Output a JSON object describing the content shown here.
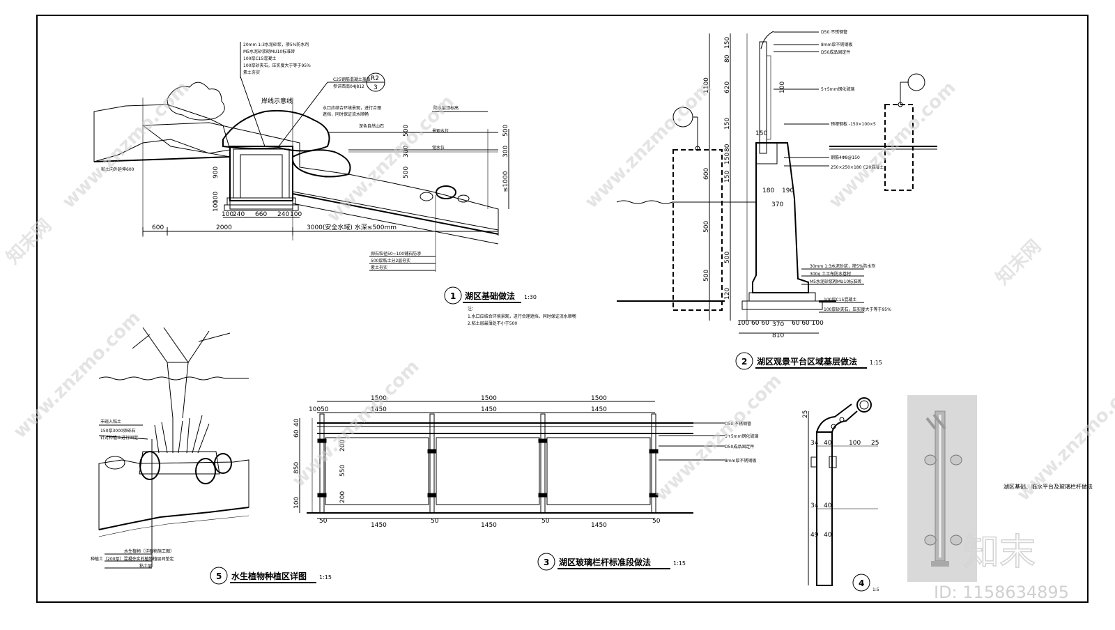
{
  "drawings": {
    "d1": {
      "num": "1",
      "title": "湖区基础做法",
      "scale": "1:30",
      "notes": [
        "注：",
        "1.水口应结合环境景观，进行合理遮挡，同时保证流水顺畅",
        "2.粘土层最薄处不小于500"
      ],
      "callouts": [
        "20mm 1:3水泥砂浆，掺5%防水剂",
        "M5水泥砂浆砌MU10标准砖",
        "100厚C15混凝土",
        "100厚砂夹石，压实度大于等于95%",
        "素土夯实",
        "C25钢筋混凝土盖板",
        "参详西南04J812",
        "水口应结合环境景观，进行合理",
        "遮挡，同时保证流水顺畅",
        "防水层顶标高",
        "景观水位",
        "深色自然山石",
        "常水位",
        "粘土向外延伸600",
        "岸线示意线"
      ],
      "bubble_top": "R2",
      "bubble_bottom": "3",
      "dims": {
        "d600": "600",
        "d2000": "2000",
        "d3000": "3000(安全水域) 水深≤500mm",
        "d100a": "100",
        "d240a": "240",
        "d660": "660",
        "d240b": "240",
        "d100b": "100",
        "d500a": "500",
        "d300a": "300",
        "d500b": "500",
        "d300b": "300",
        "d1000": "≤1000",
        "d900": "900",
        "d100v": "100",
        "d100w": "100"
      },
      "bottom_notes": [
        "卵石粒径50~100铺石防渗",
        "500厚粘土分2层夯实",
        "素土夯实"
      ]
    },
    "d2": {
      "num": "2",
      "title": "湖区观景平台区域基层做法",
      "scale": "1:15",
      "callouts": [
        "D50 不锈钢管",
        "8mm厚不锈钢板",
        "D50成品固定件",
        "5+5mm钢化玻璃",
        "预埋钢板 -150×100×5",
        "钢筋4Φ8@150",
        "250×250×180 C20混凝土",
        "30mm 1:3水泥砂浆，掺5%防水剂",
        "300g 土工布防水卷材",
        "M5水泥砂浆砌MU10标准砖",
        "100厚C15混凝土",
        "100厚砂夹石，压实度大于等于95%"
      ],
      "dims": {
        "v150a": "150",
        "v80": "80",
        "v620": "620",
        "v150b": "150",
        "v1100": "1100",
        "v100b": "100",
        "v150c": "150",
        "v600": "600",
        "v80b": "80",
        "v150d": "150",
        "v500a": "500",
        "v500b": "500",
        "v500c": "500",
        "v120": "120",
        "v150h": "150",
        "h180": "180",
        "h190": "190",
        "h370": "370",
        "hb": "100 60 60",
        "hb370": "370",
        "hb2": "60 60 100",
        "h810": "810"
      }
    },
    "d3": {
      "num": "3",
      "title": "湖区玻璃栏杆标准段做法",
      "scale": "1:15",
      "callouts": [
        "D50 不锈钢管",
        "5+5mm钢化玻璃",
        "D50成品固定件",
        "8mm厚不锈钢板"
      ],
      "top_dims": [
        "1500",
        "1500",
        "1500"
      ],
      "mid_dims": [
        "1450",
        "1450",
        "1450"
      ],
      "bot_dims": [
        "1450",
        "1450",
        "1450"
      ],
      "edge": {
        "e100": "100",
        "e50": "50"
      },
      "vdims": {
        "v850": "850",
        "v40a": "40",
        "v60": "60",
        "v200a": "200",
        "v550": "550",
        "v200b": "200",
        "v100": "100",
        "v50a": "50",
        "v50b": "50",
        "v50c": "50",
        "v50d": "50"
      }
    },
    "d4": {
      "num": "4",
      "scale": "1:5",
      "dims": {
        "v25": "25",
        "h100": "100",
        "h25": "25",
        "h34a": "34",
        "h40a": "40",
        "h34b": "34",
        "h40b": "40",
        "h49": "49",
        "h40c": "40"
      }
    },
    "d5": {
      "num": "5",
      "title": "水生植物种植区详图",
      "scale": "1:15",
      "callouts": [
        "丰碗入粘土",
        "150厚3000卵砾石",
        "针对种植土进行固定",
        "水生植物（详植物施工图）",
        "种植土（200厚）混凝夯实的植物植层同垫定",
        "粘土层"
      ]
    },
    "photo_caption": "湖区基础、临水平台及玻璃栏杆做法"
  },
  "watermark": {
    "site": "www.znzmo.com",
    "brand": "知末网",
    "logo": "知末",
    "id": "ID: 1158634895"
  }
}
